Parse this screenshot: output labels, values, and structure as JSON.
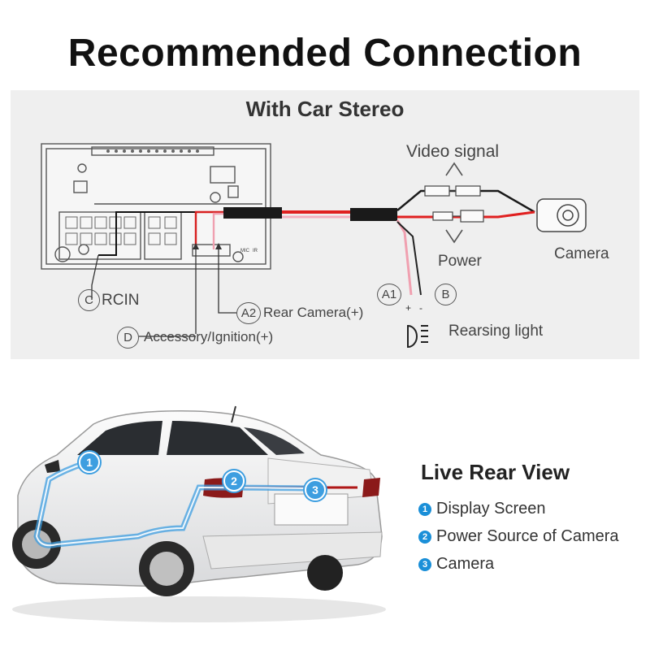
{
  "title": "Recommended Connection",
  "panel": {
    "title": "With Car Stereo",
    "labels": {
      "video_signal": "Video signal",
      "power": "Power",
      "camera": "Camera",
      "reversing_light": "Rearsing light",
      "plus": "+",
      "minus": "-"
    },
    "connections": {
      "c": {
        "letter": "C",
        "text": "RCIN"
      },
      "a2": {
        "letter": "A2",
        "text": "Rear Camera(+)"
      },
      "d": {
        "letter": "D",
        "text": "Accessory/Ignition(+)"
      },
      "a1": {
        "letter": "A1"
      },
      "b": {
        "letter": "B"
      }
    },
    "stereo_marks": {
      "mic": "MIC",
      "ir": "IR"
    }
  },
  "live_view": {
    "title": "Live Rear View",
    "items": [
      {
        "num": "1",
        "label": "Display Screen"
      },
      {
        "num": "2",
        "label": "Power Source of Camera"
      },
      {
        "num": "3",
        "label": "Camera"
      }
    ]
  },
  "colors": {
    "marker": "#3d9ee0",
    "wire_red": "#e02020",
    "wire_pink": "#f0a0b0"
  }
}
